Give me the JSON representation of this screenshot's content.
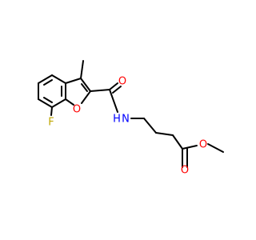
{
  "molecule": {
    "atoms": {
      "fluorine": "F",
      "ring_oxygen": "O",
      "carbonyl_oxygen": "O",
      "amide_nitrogen": "N",
      "amide_hydrogen": "H",
      "ester_carbonyl_oxygen": "O",
      "ester_oxygen": "O"
    }
  },
  "colors": {
    "bond": "#000000",
    "oxygen": "#ff0000",
    "nitrogen": "#0000ff",
    "fluorine": "#bfa600"
  }
}
